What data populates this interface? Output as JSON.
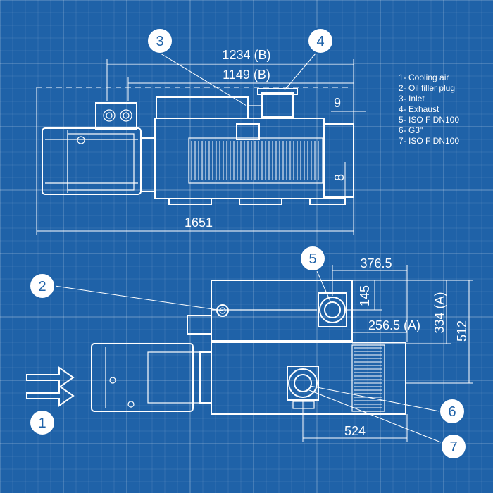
{
  "legend": [
    "1- Cooling air",
    "2- Oil filler plug",
    "3- Inlet",
    "4- Exhaust",
    "5- ISO F DN100",
    "6- G3\"",
    "7- ISO F DN100"
  ],
  "callouts": {
    "c1": "1",
    "c2": "2",
    "c3": "3",
    "c4": "4",
    "c5": "5",
    "c6": "6",
    "c7": "7"
  },
  "dimensions": {
    "d1234": "1234 (B)",
    "d1149": "1149 (B)",
    "d9": "9",
    "d8": "8",
    "d1651": "1651",
    "d376": "376.5",
    "d145": "145",
    "d256": "256.5 (A)",
    "d334": "334 (A)",
    "d512": "512",
    "d524": "524"
  },
  "colors": {
    "background": "#1f62a8",
    "line": "#ffffff"
  }
}
